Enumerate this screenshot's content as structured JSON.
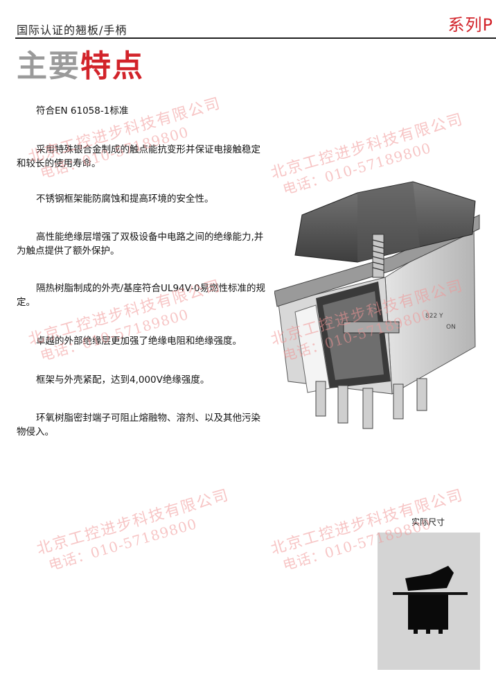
{
  "header": {
    "title": "国际认证的翘板/手柄",
    "series_label": "系列P"
  },
  "section_title": {
    "part_grey": "主要",
    "part_red": "特点"
  },
  "features": [
    "符合EN 61058-1标准",
    "采用特殊银合金制成的触点能抗变形并保证电接触稳定和较长的使用寿命。",
    "不锈钢框架能防腐蚀和提高环境的安全性。",
    "高性能绝缘层增强了双极设备中电路之间的绝缘能力,并为触点提供了额外保护。",
    "隔热树脂制成的外壳/基座符合UL94V-0易燃性标准的规定。",
    "卓越的外部绝缘层更加强了绝缘电阻和绝缘强度。",
    "框架与外壳紧配，达到4,000V绝缘强度。",
    "环氧树脂密封端子可阻止熔融物、溶剂、以及其他污染物侵入。"
  ],
  "illustration": {
    "markings": [
      "822 Y",
      "ON"
    ]
  },
  "actual_size": {
    "label": "实际尺寸"
  },
  "watermark": {
    "line1": "北京工控进步科技有限公司",
    "line2": "电话：010-57189800"
  },
  "colors": {
    "accent_red": "#d2232a",
    "title_grey": "#9a9a9a",
    "watermark": "#f09696"
  }
}
